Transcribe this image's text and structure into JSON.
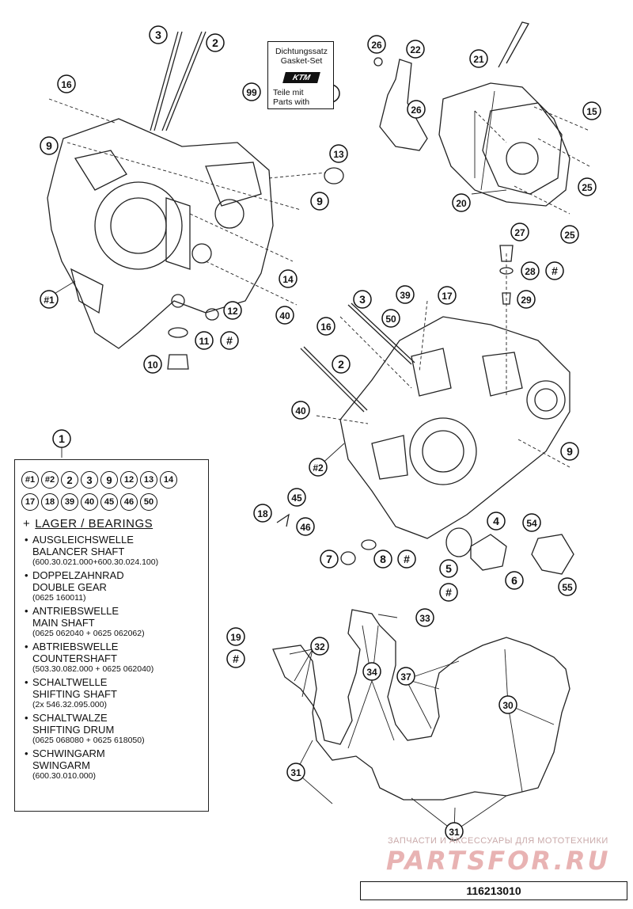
{
  "callouts": [
    {
      "id": "c3a",
      "text": "3"
    },
    {
      "id": "c2a",
      "text": "2"
    },
    {
      "id": "c16a",
      "text": "16"
    },
    {
      "id": "c9a",
      "text": "9"
    },
    {
      "id": "c13",
      "text": "13"
    },
    {
      "id": "c9b",
      "text": "9"
    },
    {
      "id": "c14",
      "text": "14"
    },
    {
      "id": "c40a",
      "text": "40"
    },
    {
      "id": "c12",
      "text": "12"
    },
    {
      "id": "c11",
      "text": "11"
    },
    {
      "id": "c10",
      "text": "10"
    },
    {
      "id": "cH1",
      "text": "#1"
    },
    {
      "id": "c99",
      "text": "99"
    },
    {
      "id": "c26a",
      "text": "26"
    },
    {
      "id": "c22",
      "text": "22"
    },
    {
      "id": "c26b",
      "text": "26"
    },
    {
      "id": "c21",
      "text": "21"
    },
    {
      "id": "c15",
      "text": "15"
    },
    {
      "id": "c25a",
      "text": "25"
    },
    {
      "id": "c20",
      "text": "20"
    },
    {
      "id": "c25b",
      "text": "25"
    },
    {
      "id": "c27",
      "text": "27"
    },
    {
      "id": "c28",
      "text": "28"
    },
    {
      "id": "c29",
      "text": "29"
    },
    {
      "id": "c3b",
      "text": "3"
    },
    {
      "id": "c39",
      "text": "39"
    },
    {
      "id": "c17",
      "text": "17"
    },
    {
      "id": "c50",
      "text": "50"
    },
    {
      "id": "c16b",
      "text": "16"
    },
    {
      "id": "c2b",
      "text": "2"
    },
    {
      "id": "c40b",
      "text": "40"
    },
    {
      "id": "cH2",
      "text": "#2"
    },
    {
      "id": "c9c",
      "text": "9"
    },
    {
      "id": "c1",
      "text": "1"
    },
    {
      "id": "c45",
      "text": "45"
    },
    {
      "id": "c18",
      "text": "18"
    },
    {
      "id": "c46",
      "text": "46"
    },
    {
      "id": "c4",
      "text": "4"
    },
    {
      "id": "c54",
      "text": "54"
    },
    {
      "id": "c7",
      "text": "7"
    },
    {
      "id": "c8",
      "text": "8"
    },
    {
      "id": "c5",
      "text": "5"
    },
    {
      "id": "c6",
      "text": "6"
    },
    {
      "id": "c55",
      "text": "55"
    },
    {
      "id": "c33",
      "text": "33"
    },
    {
      "id": "c19",
      "text": "19"
    },
    {
      "id": "c32",
      "text": "32"
    },
    {
      "id": "c34",
      "text": "34"
    },
    {
      "id": "c37",
      "text": "37"
    },
    {
      "id": "c30",
      "text": "30"
    },
    {
      "id": "c31a",
      "text": "31"
    },
    {
      "id": "c31b",
      "text": "31"
    },
    {
      "id": "hashA",
      "text": "#"
    },
    {
      "id": "hashB",
      "text": "#"
    },
    {
      "id": "hashC",
      "text": "#"
    },
    {
      "id": "hashD",
      "text": "#"
    },
    {
      "id": "hashE",
      "text": "#"
    },
    {
      "id": "hashF",
      "text": "#"
    }
  ],
  "gasket_set": {
    "line1": "Dichtungssatz",
    "line2": "Gasket-Set",
    "line3": "Teile mit",
    "line4": "Parts with",
    "logo": "KTM"
  },
  "legend": {
    "row1": [
      "#1",
      "#2",
      "2",
      "3",
      "9",
      "12",
      "13",
      "14"
    ],
    "row2": [
      "17",
      "18",
      "39",
      "40",
      "45",
      "46",
      "50"
    ],
    "plus": "+",
    "heading": "LAGER / BEARINGS",
    "items": [
      {
        "de": "AUSGLEICHSWELLE",
        "en": "BALANCER SHAFT",
        "code": "(600.30.021.000+600.30.024.100)"
      },
      {
        "de": "DOPPELZAHNRAD",
        "en": "DOUBLE GEAR",
        "code": "(0625 160011)"
      },
      {
        "de": "ANTRIEBSWELLE",
        "en": "MAIN SHAFT",
        "code": "(0625 062040 + 0625 062062)"
      },
      {
        "de": "ABTRIEBSWELLE",
        "en": "COUNTERSHAFT",
        "code": "(503.30.082.000 + 0625 062040)"
      },
      {
        "de": "SCHALTWELLE",
        "en": "SHIFTING SHAFT",
        "code": "(2x 546.32.095.000)"
      },
      {
        "de": "SCHALTWALZE",
        "en": "SHIFTING DRUM",
        "code": "(0625 068080 + 0625 618050)"
      },
      {
        "de": "SCHWINGARM",
        "en": "SWINGARM",
        "code": "(600.30.010.000)"
      }
    ]
  },
  "watermark": {
    "small": "ЗАПЧАСТИ И АКСЕССУАРЫ ДЛЯ МОТОТЕХНИКИ",
    "big": "PARTSFOR.RU"
  },
  "doc_id": "116213010"
}
